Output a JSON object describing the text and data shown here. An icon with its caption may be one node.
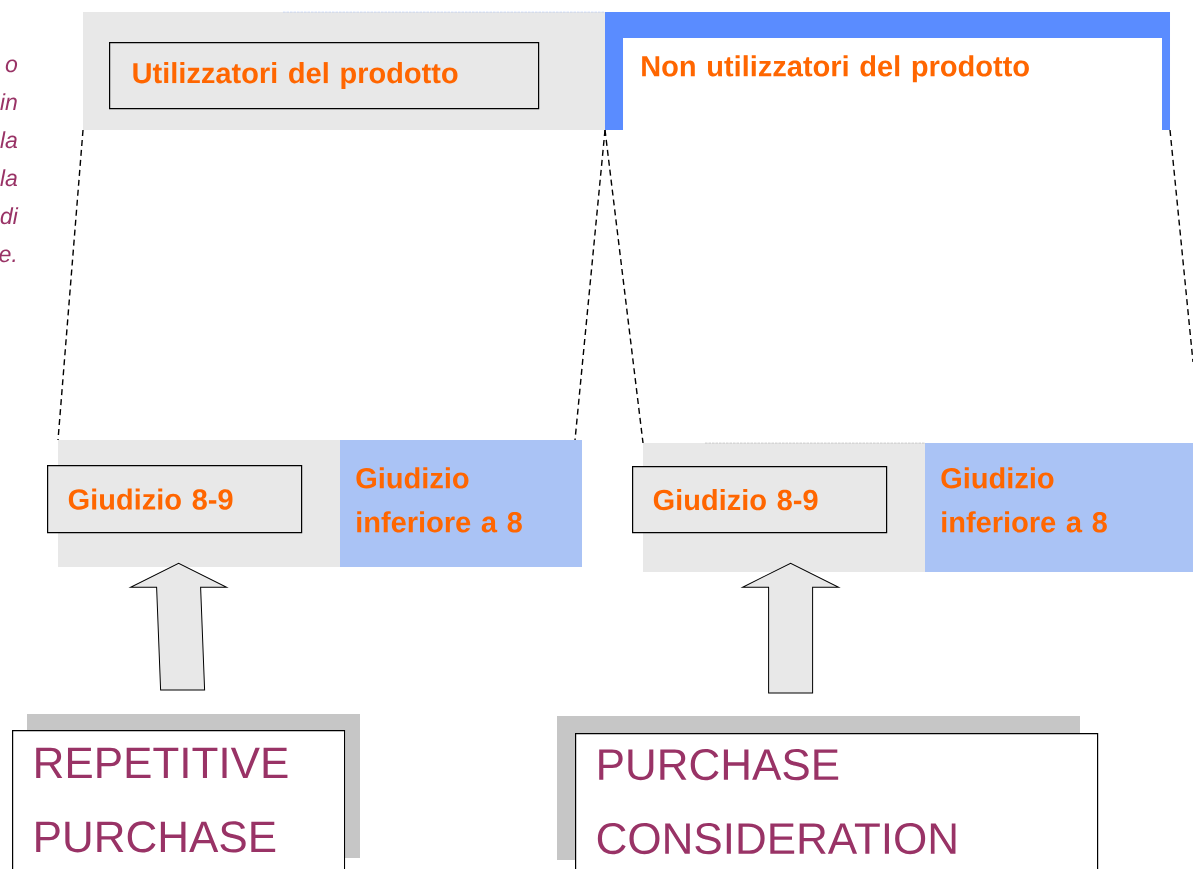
{
  "diagram": {
    "nodes": [
      {
        "text": [
          "Utilizzatori del prodotto"
        ]
      },
      {
        "text": [
          "Non utilizzatori del prodotto"
        ]
      },
      {
        "text": [
          "Giudizio 8-9"
        ]
      },
      {
        "text": [
          "Giudizio inferiore a 8"
        ]
      },
      {
        "text": [
          "Giudizio 8-9"
        ]
      },
      {
        "text": [
          "Giudizio inferiore a 8"
        ]
      },
      {
        "text": [
          "REPETITIVE PURCHASE"
        ]
      },
      {
        "text": [
          "PURCHASE CONSIDERATION"
        ]
      }
    ],
    "edges": [
      {
        "from": 6,
        "to": 2,
        "arrow": "to"
      },
      {
        "from": 7,
        "to": 4,
        "arrow": "to"
      }
    ],
    "labels": [
      "o",
      "in",
      "la",
      "la",
      "di",
      "e."
    ]
  }
}
